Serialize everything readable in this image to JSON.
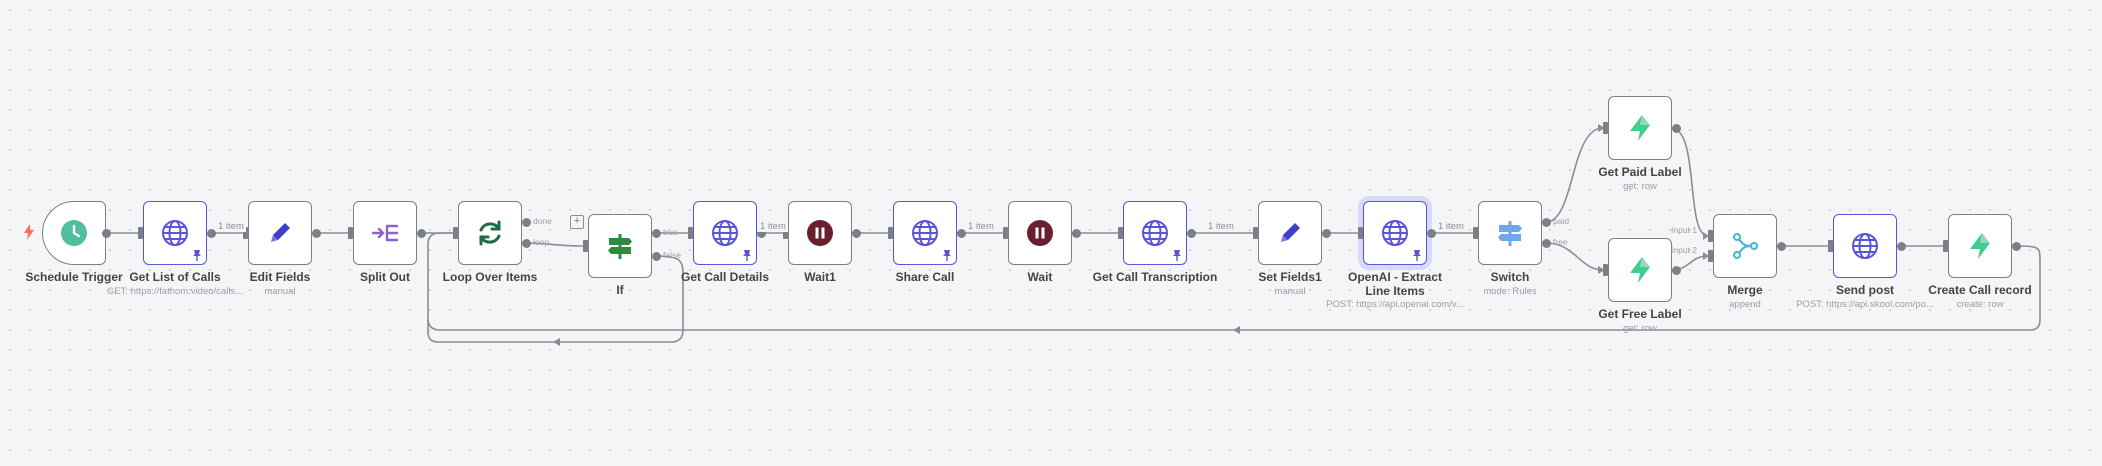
{
  "nodes": {
    "schedule_trigger": {
      "label": "Schedule Trigger",
      "icon": "clock-icon"
    },
    "get_list_of_calls": {
      "label": "Get List of Calls",
      "subtitle": "GET: https://fathom.video/calls...",
      "icon": "globe-icon"
    },
    "edit_fields": {
      "label": "Edit Fields",
      "subtitle": "manual",
      "icon": "pencil-icon"
    },
    "split_out": {
      "label": "Split Out",
      "icon": "split-out-icon"
    },
    "loop_over_items": {
      "label": "Loop Over Items",
      "icon": "loop-arrows-icon",
      "outputs": [
        "done",
        "loop"
      ]
    },
    "if": {
      "label": "If",
      "icon": "signpost-icon",
      "outputs": [
        "true",
        "false"
      ]
    },
    "get_call_details": {
      "label": "Get Call Details",
      "icon": "globe-icon"
    },
    "wait1": {
      "label": "Wait1",
      "icon": "pause-icon"
    },
    "share_call": {
      "label": "Share Call",
      "icon": "globe-icon"
    },
    "wait": {
      "label": "Wait",
      "icon": "pause-icon"
    },
    "get_call_transcription": {
      "label": "Get Call Transcription",
      "icon": "globe-icon"
    },
    "set_fields1": {
      "label": "Set Fields1",
      "subtitle": "manual",
      "icon": "pencil-icon"
    },
    "openai_extract": {
      "label": "OpenAI - Extract Line Items",
      "subtitle": "POST: https://api.openai.com/v...",
      "icon": "globe-icon"
    },
    "switch": {
      "label": "Switch",
      "subtitle": "mode: Rules",
      "icon": "switch-signpost-icon",
      "outputs": [
        "paid",
        "free"
      ]
    },
    "get_paid_label": {
      "label": "Get Paid Label",
      "subtitle": "get: row",
      "icon": "supabase-bolt-icon"
    },
    "get_free_label": {
      "label": "Get Free Label",
      "subtitle": "get: row",
      "icon": "supabase-bolt-icon"
    },
    "merge": {
      "label": "Merge",
      "subtitle": "append",
      "icon": "merge-icon",
      "inputs": [
        "Input 1",
        "Input 2"
      ]
    },
    "send_post": {
      "label": "Send post",
      "subtitle": "POST: https://api.skool.com/po...",
      "icon": "globe-icon"
    },
    "create_call_record": {
      "label": "Create Call record",
      "subtitle": "create: row",
      "icon": "supabase-bolt-icon"
    }
  },
  "edge_labels": {
    "edit_fields": "1 item",
    "get_call_details": "1 item",
    "share_call": "1 item",
    "get_call_transcription": "1 item",
    "openai_extract": "1 item"
  },
  "colors": {
    "http": "#5a55d6",
    "clock": "#4fbf9f",
    "pencil": "#3d3ec9",
    "split": "#8a63c9",
    "loop": "#1f6b46",
    "if": "#2f8a3c",
    "wait": "#6b1f2e",
    "supabase": "#3ecf8e",
    "merge": "#4fb9d1",
    "switch": "#6fa8ea",
    "trigger_bolt": "#ff6d5a"
  }
}
